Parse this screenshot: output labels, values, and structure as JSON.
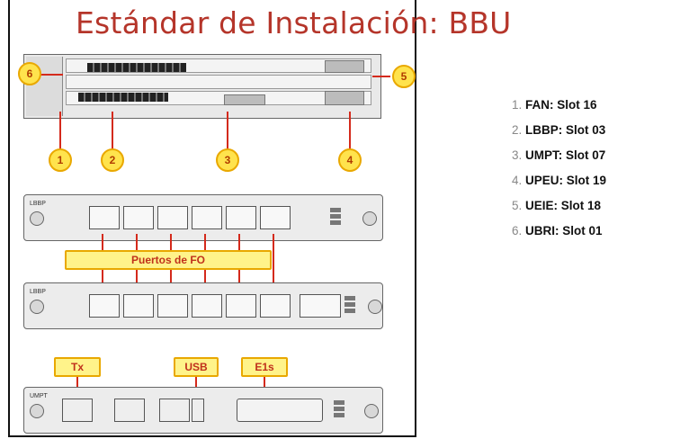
{
  "title": "Estándar de Instalación: BBU",
  "callouts": [
    "1",
    "2",
    "3",
    "4",
    "5",
    "6"
  ],
  "tags": {
    "fiber": "Puertos de FO",
    "tx": "Tx",
    "usb": "USB",
    "e1": "E1s"
  },
  "legend": [
    {
      "num": "1.",
      "text": "FAN: Slot 16"
    },
    {
      "num": "2.",
      "text": "LBBP: Slot 03"
    },
    {
      "num": "3.",
      "text": "UMPT: Slot 07"
    },
    {
      "num": "4.",
      "text": "UPEU: Slot 19"
    },
    {
      "num": "5.",
      "text": "UEIE: Slot 18"
    },
    {
      "num": "6.",
      "text": "UBRI: Slot 01"
    }
  ],
  "cards": {
    "lbbp1": "LBBP",
    "lbbp2": "LBBP",
    "umpt": "UMPT"
  },
  "colors": {
    "title": "#b5352a",
    "callout_fill": "#ffe34d",
    "callout_border": "#e9a800",
    "line": "#d42a1c"
  }
}
